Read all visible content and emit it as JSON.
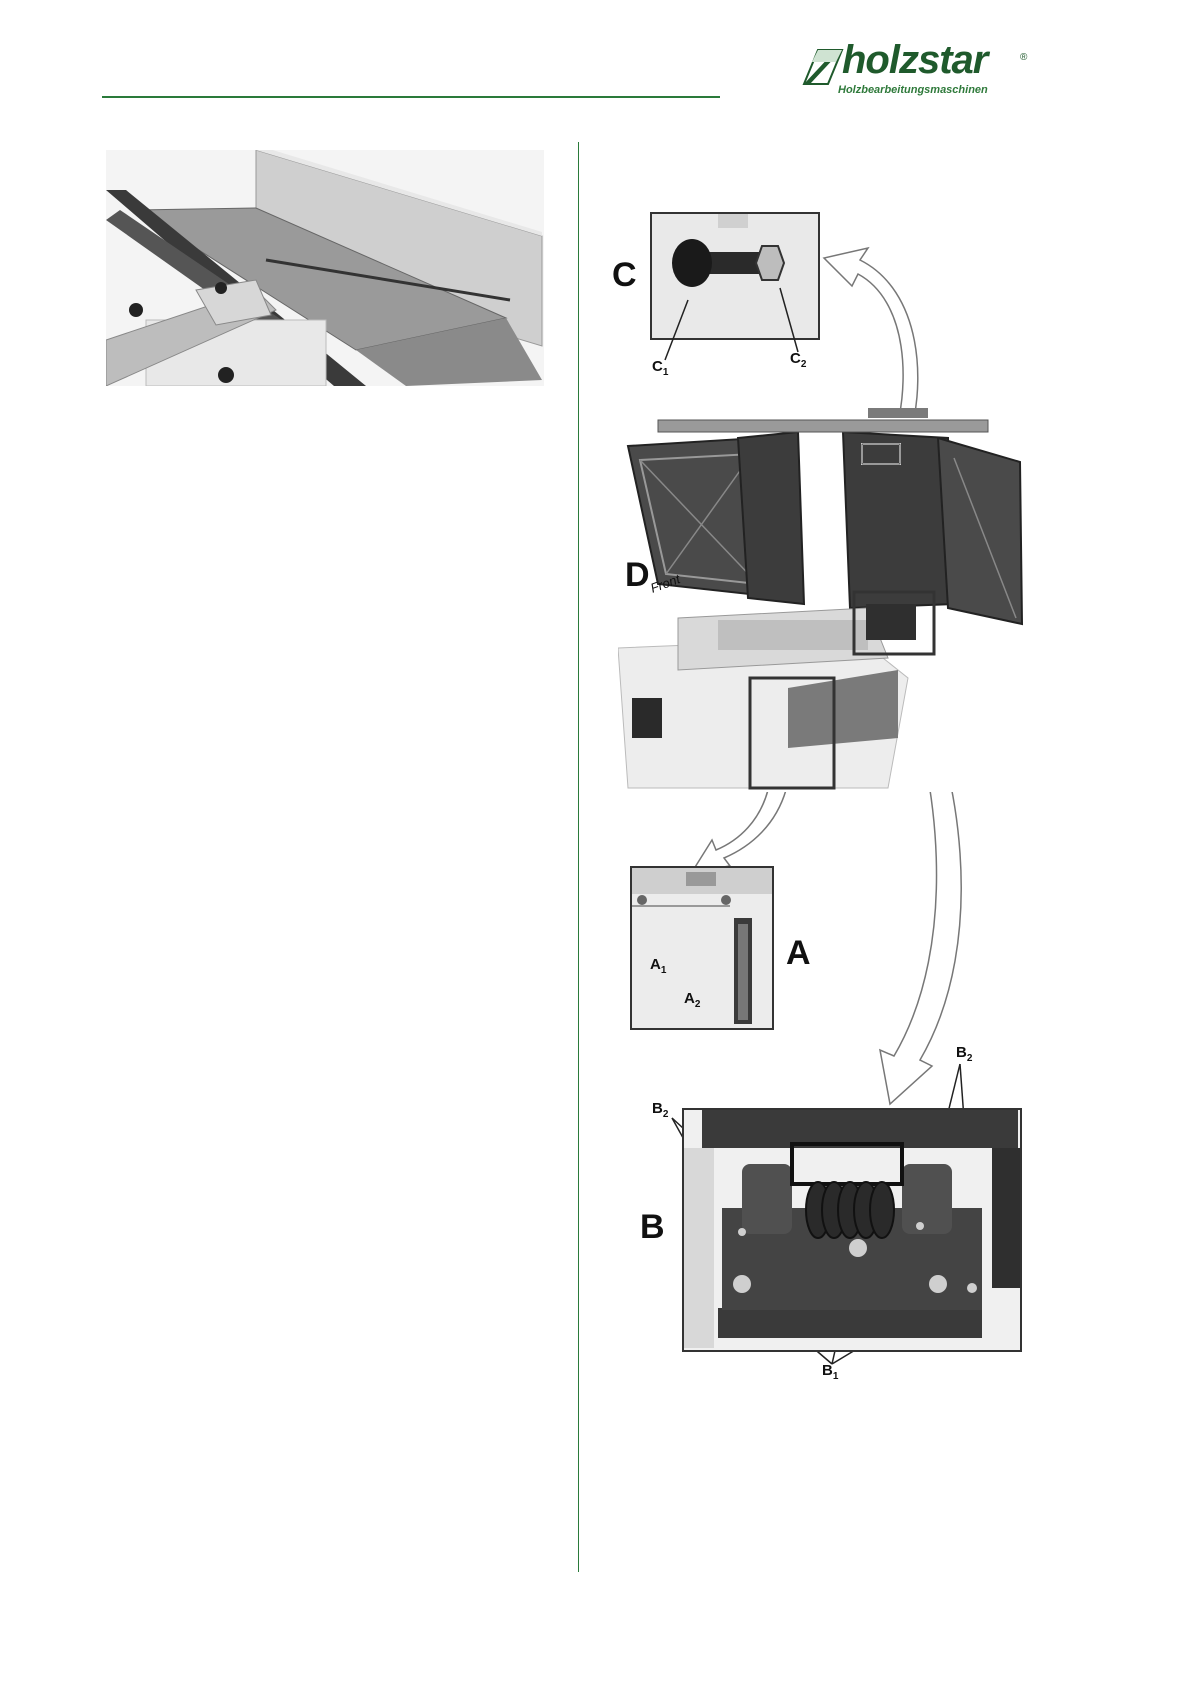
{
  "header": {
    "brand_name": "holzstar",
    "brand_tagline": "Holzbearbeitungsmaschinen",
    "registered_mark": "®",
    "rule_color": "#2a7a3a"
  },
  "figure_left": {
    "icon": "jointer-table-with-fence-photo"
  },
  "figure_right": {
    "labels": {
      "c": "C",
      "c1": "C",
      "c1_sub": "1",
      "c2": "C",
      "c2_sub": "2",
      "d": "D",
      "front": "Front",
      "a": "A",
      "a1": "A",
      "a1_sub": "1",
      "a2": "A",
      "a2_sub": "2",
      "b": "B",
      "b2_left": "B",
      "b2_left_sub": "2",
      "b2_right": "B",
      "b2_right_sub": "2",
      "b1": "B",
      "b1_sub": "1"
    }
  }
}
